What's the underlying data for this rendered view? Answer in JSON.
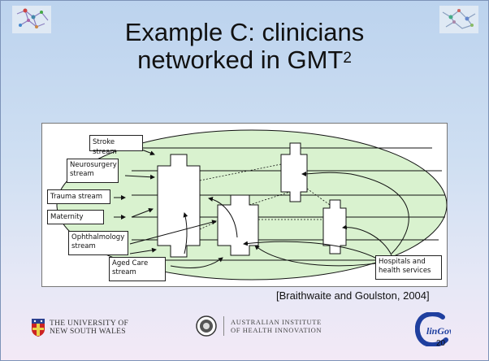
{
  "title": {
    "line1": "Example C: clinicians",
    "line2": "networked in GMT",
    "superscript": "2"
  },
  "diagram": {
    "labels": [
      {
        "id": "stroke",
        "text": "Stroke stream"
      },
      {
        "id": "neuro",
        "text": "Neurosurgery stream"
      },
      {
        "id": "trauma",
        "text": "Trauma stream"
      },
      {
        "id": "maternity",
        "text": "Maternity"
      },
      {
        "id": "ophthal",
        "text": "Ophthalmology stream"
      },
      {
        "id": "aged",
        "text": "Aged Care stream"
      },
      {
        "id": "hospitals",
        "text": "Hospitals and health services"
      }
    ],
    "colors": {
      "ellipse_fill": "#d9f2cf",
      "stroke": "#111111"
    }
  },
  "citation": "[Braithwaite and Goulston, 2004]",
  "logos": {
    "unsw": {
      "line1": "THE UNIVERSITY OF",
      "line2": "NEW SOUTH WALES"
    },
    "aihi": {
      "line1": "AUSTRALIAN INSTITUTE",
      "line2": "OF HEALTH INNOVATION"
    },
    "clingov": {
      "text": "linGov"
    }
  },
  "page_number": "20",
  "corner_icons": [
    "network-image-icon",
    "network-image-icon"
  ]
}
